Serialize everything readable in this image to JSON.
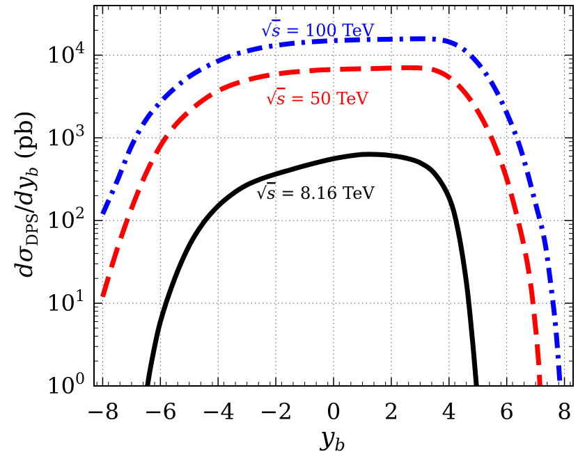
{
  "chart_data": {
    "type": "line",
    "title": "",
    "xlabel": "y_b",
    "ylabel": "dσ_DPS/dy_b (pb)",
    "xlim": [
      -8.3,
      8.3
    ],
    "ylim_log10": [
      0,
      4.6
    ],
    "yscale": "log",
    "grid": true,
    "x_ticks": [
      -8,
      -6,
      -4,
      -2,
      0,
      2,
      4,
      6,
      8
    ],
    "x_tick_labels": [
      "−8",
      "−6",
      "−4",
      "−2",
      "0",
      "2",
      "4",
      "6",
      "8"
    ],
    "y_ticks_exp": [
      0,
      1,
      2,
      3,
      4
    ],
    "series": [
      {
        "name": "√s = 100 TeV",
        "label_tex": {
          "pre": "√",
          "var": "s",
          "post": " = 100 TeV"
        },
        "color": "#0000ff",
        "style": "dashdot",
        "points": [
          [
            -8.0,
            120
          ],
          [
            -7.5,
            300
          ],
          [
            -7.0,
            800
          ],
          [
            -6.5,
            1650
          ],
          [
            -6.0,
            2700
          ],
          [
            -5.5,
            4000
          ],
          [
            -5.0,
            5500
          ],
          [
            -4.5,
            7000
          ],
          [
            -4.0,
            8500
          ],
          [
            -3.5,
            10000
          ],
          [
            -3.0,
            11200
          ],
          [
            -2.5,
            12300
          ],
          [
            -2.0,
            13100
          ],
          [
            -1.5,
            13800
          ],
          [
            -1.0,
            14300
          ],
          [
            -0.5,
            14700
          ],
          [
            0.0,
            15000
          ],
          [
            0.5,
            15200
          ],
          [
            1.0,
            15400
          ],
          [
            1.5,
            15500
          ],
          [
            2.0,
            15600
          ],
          [
            2.5,
            15700
          ],
          [
            3.0,
            15800
          ],
          [
            3.5,
            15600
          ],
          [
            4.0,
            14500
          ],
          [
            4.5,
            11800
          ],
          [
            5.0,
            8000
          ],
          [
            5.5,
            4500
          ],
          [
            6.0,
            2000
          ],
          [
            6.5,
            700
          ],
          [
            7.0,
            160
          ],
          [
            7.3,
            60
          ],
          [
            7.5,
            20
          ],
          [
            7.7,
            5
          ],
          [
            7.85,
            1
          ]
        ]
      },
      {
        "name": "√s = 50 TeV",
        "label_tex": {
          "pre": "√",
          "var": "s",
          "post": " = 50 TeV"
        },
        "color": "#ff0000",
        "style": "dashed",
        "points": [
          [
            -8.0,
            12
          ],
          [
            -7.5,
            45
          ],
          [
            -7.0,
            140
          ],
          [
            -6.5,
            370
          ],
          [
            -6.0,
            800
          ],
          [
            -5.5,
            1400
          ],
          [
            -5.0,
            2100
          ],
          [
            -4.5,
            2900
          ],
          [
            -4.0,
            3700
          ],
          [
            -3.5,
            4400
          ],
          [
            -3.0,
            5000
          ],
          [
            -2.5,
            5500
          ],
          [
            -2.0,
            5900
          ],
          [
            -1.5,
            6200
          ],
          [
            -1.0,
            6400
          ],
          [
            -0.5,
            6600
          ],
          [
            0.0,
            6700
          ],
          [
            0.5,
            6800
          ],
          [
            1.0,
            6850
          ],
          [
            1.5,
            6900
          ],
          [
            2.0,
            7000
          ],
          [
            2.5,
            7050
          ],
          [
            3.0,
            7000
          ],
          [
            3.5,
            6600
          ],
          [
            4.0,
            5400
          ],
          [
            4.5,
            3700
          ],
          [
            5.0,
            2100
          ],
          [
            5.5,
            950
          ],
          [
            6.0,
            320
          ],
          [
            6.5,
            70
          ],
          [
            6.8,
            20
          ],
          [
            7.0,
            5
          ],
          [
            7.1,
            2
          ],
          [
            7.15,
            1
          ]
        ]
      },
      {
        "name": "√s = 8.16 TeV",
        "label_tex": {
          "pre": "√",
          "var": "s",
          "post": " = 8.16 TeV"
        },
        "color": "#000000",
        "style": "solid",
        "points": [
          [
            -6.45,
            1
          ],
          [
            -6.3,
            2
          ],
          [
            -6.0,
            6
          ],
          [
            -5.5,
            20
          ],
          [
            -5.0,
            50
          ],
          [
            -4.5,
            95
          ],
          [
            -4.0,
            150
          ],
          [
            -3.5,
            210
          ],
          [
            -3.0,
            270
          ],
          [
            -2.5,
            320
          ],
          [
            -2.0,
            365
          ],
          [
            -1.5,
            410
          ],
          [
            -1.0,
            460
          ],
          [
            -0.5,
            510
          ],
          [
            0.0,
            560
          ],
          [
            0.5,
            600
          ],
          [
            1.0,
            630
          ],
          [
            1.5,
            630
          ],
          [
            2.0,
            610
          ],
          [
            2.5,
            570
          ],
          [
            3.0,
            500
          ],
          [
            3.5,
            370
          ],
          [
            4.0,
            190
          ],
          [
            4.3,
            80
          ],
          [
            4.6,
            18
          ],
          [
            4.8,
            4
          ],
          [
            4.95,
            1
          ]
        ]
      }
    ]
  }
}
